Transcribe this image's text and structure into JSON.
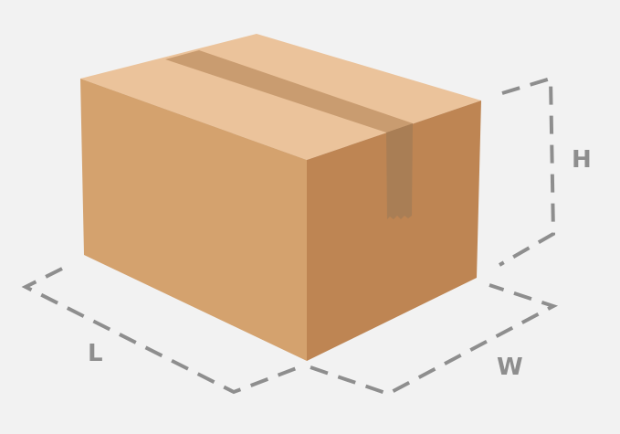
{
  "diagram": {
    "labels": {
      "length": "L",
      "width": "W",
      "height": "H"
    },
    "colors": {
      "background": "#f2f2f2",
      "box_top": "#ebc39b",
      "box_front": "#d4a26e",
      "box_side": "#be8553",
      "tape_top": "#c99c70",
      "tape_side": "#a97e55",
      "dimension_line": "#8e8e8e",
      "label": "#8e8e8e"
    },
    "icons": {
      "box": "cardboard-box-icon",
      "tape": "packing-tape-icon"
    }
  }
}
